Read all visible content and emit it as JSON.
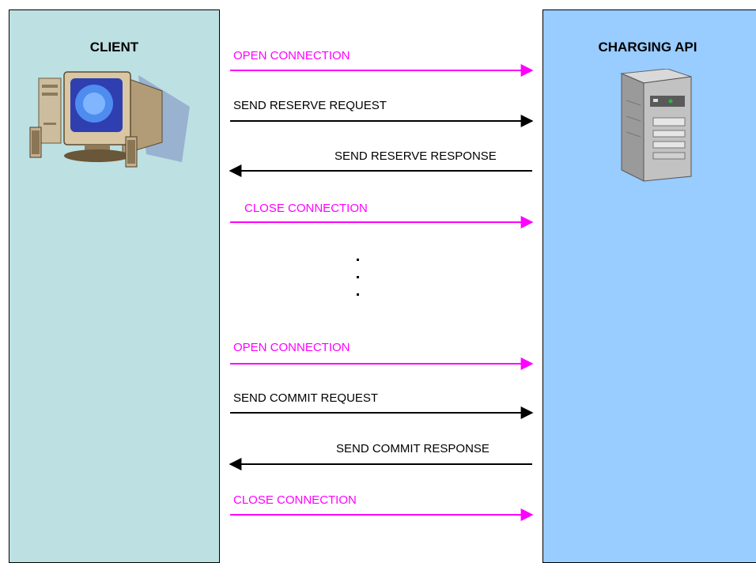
{
  "client": {
    "title": "CLIENT",
    "icon": "desktop-computer-icon"
  },
  "api": {
    "title": "CHARGING API",
    "icon": "server-tower-icon"
  },
  "colors": {
    "client_lane": "#bde0e2",
    "api_lane": "#99ccff",
    "connection_message": "#ff00ff",
    "data_message": "#000000"
  },
  "messages": [
    {
      "label": "OPEN CONNECTION",
      "direction": "to-api",
      "kind": "connection"
    },
    {
      "label": "SEND RESERVE REQUEST",
      "direction": "to-api",
      "kind": "data"
    },
    {
      "label": "SEND RESERVE RESPONSE",
      "direction": "to-client",
      "kind": "data"
    },
    {
      "label": "CLOSE CONNECTION",
      "direction": "to-api",
      "kind": "connection"
    },
    {
      "label": "OPEN CONNECTION",
      "direction": "to-api",
      "kind": "connection"
    },
    {
      "label": "SEND COMMIT REQUEST",
      "direction": "to-api",
      "kind": "data"
    },
    {
      "label": "SEND COMMIT RESPONSE",
      "direction": "to-client",
      "kind": "data"
    },
    {
      "label": "CLOSE CONNECTION",
      "direction": "to-api",
      "kind": "connection"
    }
  ],
  "ellipsis": "..."
}
